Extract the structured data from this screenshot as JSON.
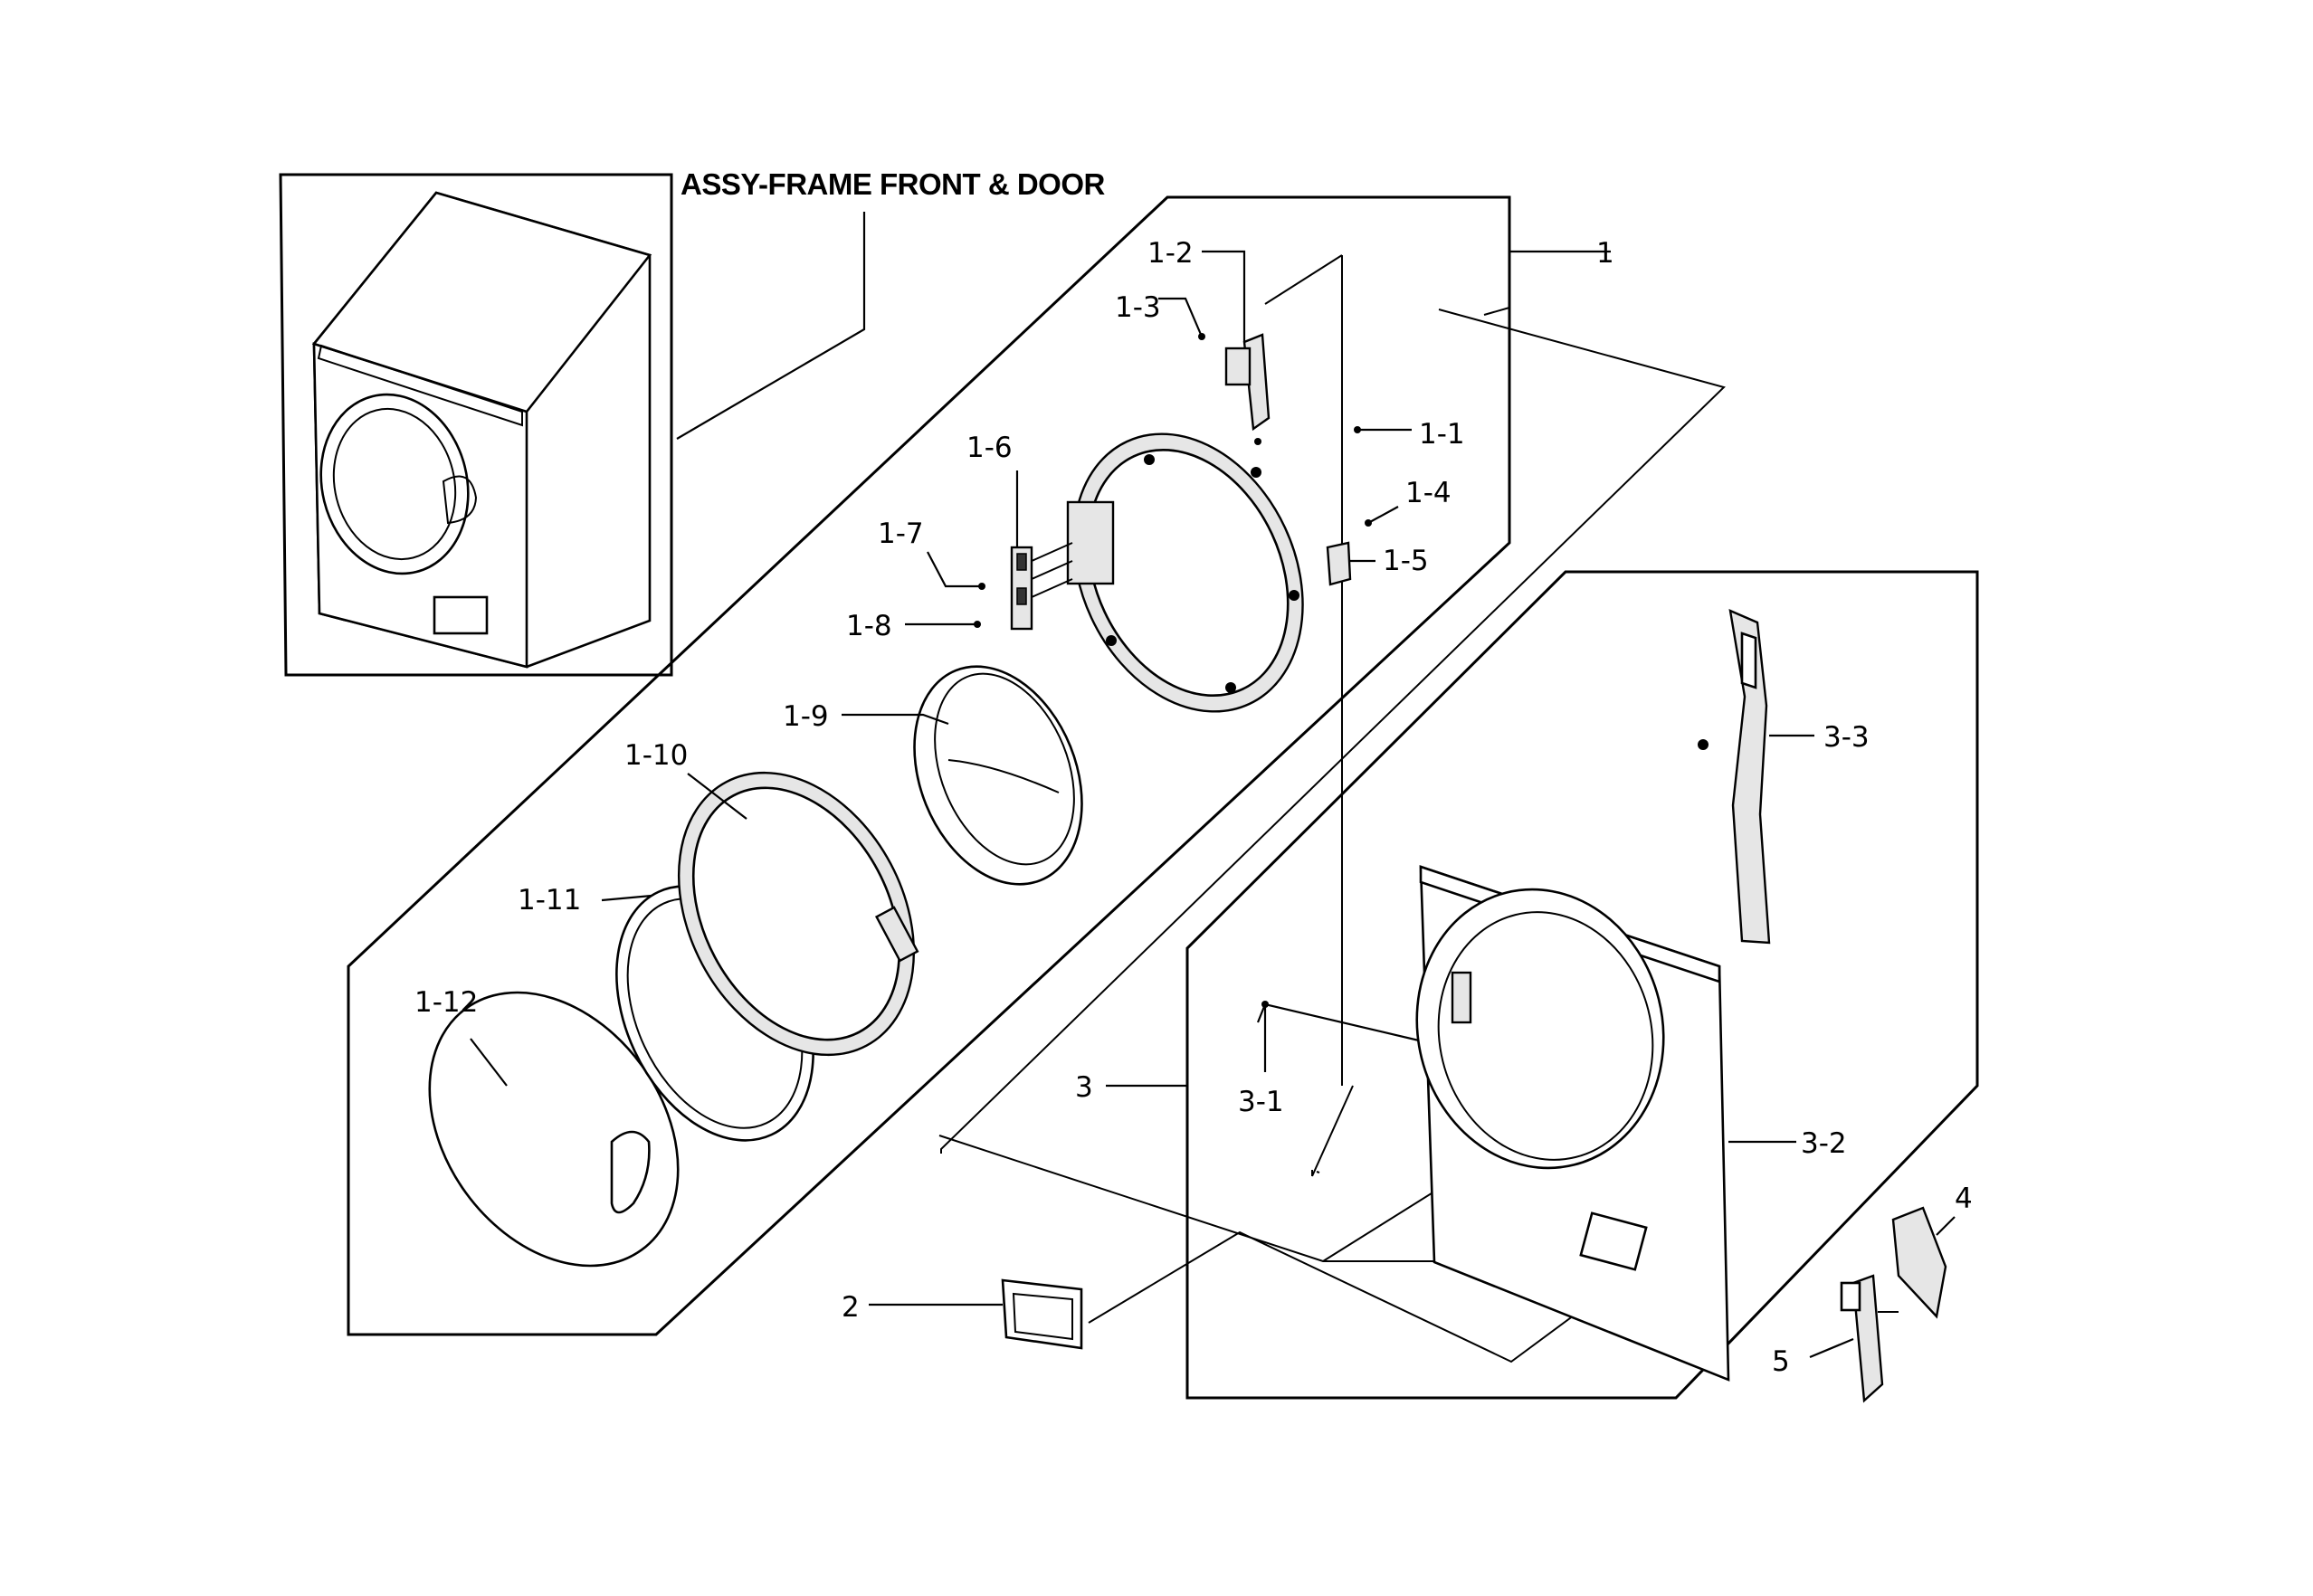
{
  "title": "ASSY-FRAME FRONT & DOOR",
  "labels": {
    "p1": "1",
    "p1_1": "1-1",
    "p1_2": "1-2",
    "p1_3": "1-3",
    "p1_4": "1-4",
    "p1_5": "1-5",
    "p1_6": "1-6",
    "p1_7": "1-7",
    "p1_8": "1-8",
    "p1_9": "1-9",
    "p1_10": "1-10",
    "p1_11": "1-11",
    "p1_12": "1-12",
    "p2": "2",
    "p3": "3",
    "p3_1": "3-1",
    "p3_2": "3-2",
    "p3_3": "3-3",
    "p4": "4",
    "p5": "5"
  }
}
